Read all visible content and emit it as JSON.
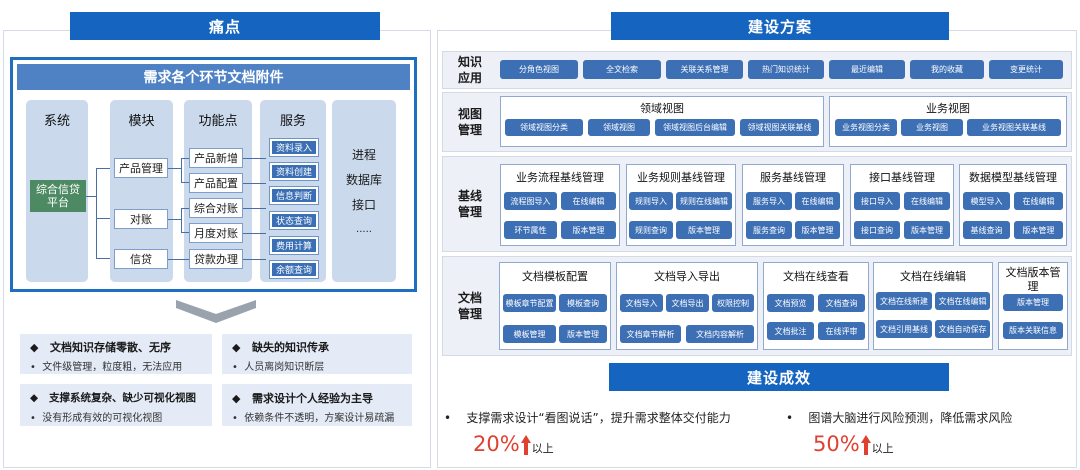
{
  "left": {
    "header": "痛点",
    "banner": "需求各个环节文档附件",
    "columns": {
      "system": "系统",
      "module": "模块",
      "feature": "功能点",
      "service": "服务"
    },
    "system_item": "综合信贷平台",
    "modules": [
      "产品管理",
      "对账",
      "信贷"
    ],
    "features": [
      "产品新增",
      "产品配置",
      "综合对账",
      "月度对账",
      "贷款办理"
    ],
    "services": [
      "资料录入",
      "资料创建",
      "信息判断",
      "状态查询",
      "费用计算",
      "余额查询"
    ],
    "others": [
      "进程",
      "数据库",
      "接口",
      "....."
    ],
    "pains": [
      {
        "title": "文档知识存储零散、无序",
        "sub": "文件级管理，粒度粗，无法应用"
      },
      {
        "title": "缺失的知识传承",
        "sub": "人员离岗知识断层"
      },
      {
        "title": "支撑系统复杂、缺少可视化视图",
        "sub": "没有形成有效的可视化视图"
      },
      {
        "title": "需求设计个人经验为主导",
        "sub": "依赖条件不透明，方案设计易疏漏"
      }
    ]
  },
  "right": {
    "header": "建设方案",
    "knowledge": {
      "label": "知识应用",
      "chips": [
        "分角色视图",
        "全文检索",
        "关联关系管理",
        "热门知识统计",
        "最近编辑",
        "我的收藏",
        "变更统计"
      ]
    },
    "views": {
      "label": "视图管理",
      "groups": [
        {
          "title": "领域视图",
          "chips": [
            "领域视图分类",
            "领域视图",
            "领域视图后台编辑",
            "领域视图关联基线"
          ]
        },
        {
          "title": "业务视图",
          "chips": [
            "业务视图分类",
            "业务视图",
            "业务视图关联基线"
          ]
        }
      ]
    },
    "baseline": {
      "label": "基线管理",
      "groups": [
        {
          "title": "业务流程基线管理",
          "chips": [
            "流程图导入",
            "在线编辑",
            "环节属性",
            "版本管理"
          ]
        },
        {
          "title": "业务规则基线管理",
          "chips": [
            "规则导入",
            "规则在线编辑",
            "规则查询",
            "版本管理"
          ]
        },
        {
          "title": "服务基线管理",
          "chips": [
            "服务导入",
            "在线编辑",
            "服务查询",
            "版本管理"
          ]
        },
        {
          "title": "接口基线管理",
          "chips": [
            "接口导入",
            "在线编辑",
            "接口查询",
            "版本管理"
          ]
        },
        {
          "title": "数据模型基线管理",
          "chips": [
            "模型导入",
            "在线编辑",
            "基线查询",
            "版本管理"
          ]
        }
      ]
    },
    "docs": {
      "label": "文档管理",
      "groups": [
        {
          "title": "文档模板配置",
          "chips": [
            "模板章节配置",
            "模板查询",
            "模板管理",
            "版本管理"
          ]
        },
        {
          "title": "文档导入导出",
          "chips": [
            "文档导入",
            "文档导出",
            "权限控制",
            "文档章节解析",
            "文档内容解析"
          ]
        },
        {
          "title": "文档在线查看",
          "chips": [
            "文档预览",
            "文档查询",
            "文档批注",
            "在线评审"
          ]
        },
        {
          "title": "文档在线编辑",
          "chips": [
            "文档在线新建",
            "文档在线编辑",
            "文档引用基线",
            "文档自动保存"
          ]
        },
        {
          "title": "文档版本管理",
          "chips": [
            "版本管理",
            "版本关联信息"
          ]
        }
      ]
    },
    "results_header": "建设成效",
    "results": [
      {
        "text": "支撑需求设计“看图说话”，提升需求整体交付能力",
        "pct": "20%",
        "suffix": "以上"
      },
      {
        "text": "图谱大脑进行风险预测，降低需求风险",
        "pct": "50%",
        "suffix": "以上"
      }
    ]
  },
  "colors": {
    "primary": "#1565c0",
    "accent": "#e04030",
    "chip": "#3d6fb5"
  }
}
